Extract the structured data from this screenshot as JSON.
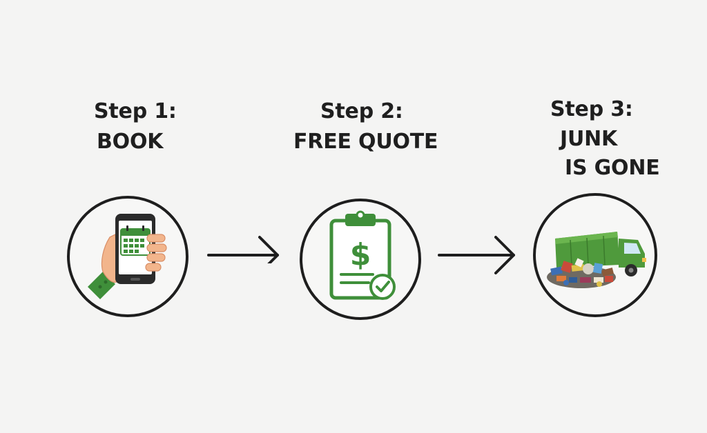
{
  "steps": [
    {
      "heading": "Step 1:",
      "title_lines": [
        "BOOK"
      ],
      "icon": "phone-calendar-icon"
    },
    {
      "heading": "Step 2:",
      "title_lines": [
        "FREE QUOTE"
      ],
      "icon": "clipboard-dollar-check-icon"
    },
    {
      "heading": "Step 3:",
      "title_lines": [
        "JUNK",
        "IS GONE"
      ],
      "icon": "garbage-truck-junk-icon"
    }
  ],
  "colors": {
    "accent_green": "#3f8f3a",
    "dark_stroke": "#1e1e1e",
    "background": "#f4f4f3"
  }
}
